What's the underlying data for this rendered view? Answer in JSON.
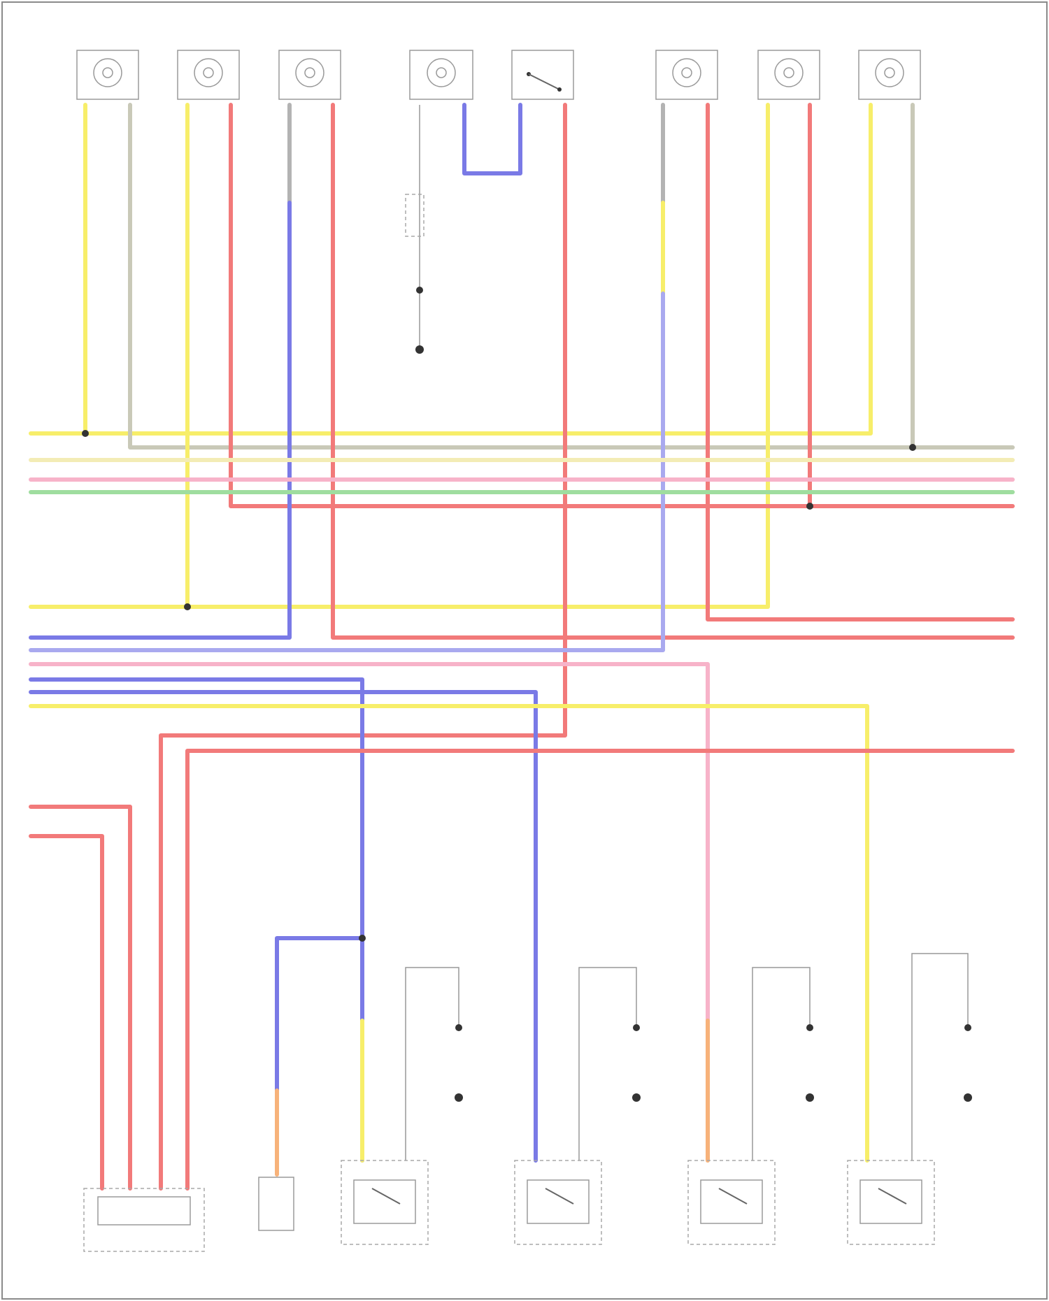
{
  "title": "",
  "wire_colors": {
    "red": "#f27a7a",
    "yellow": "#f7ee6a",
    "blue": "#7a7ae6",
    "gray": "#b3b3b3",
    "pink": "#f7b3c9",
    "green": "#9fdd9f",
    "light_yellow": "#f7ef9a",
    "orange": "#f7b27a"
  },
  "top_components": [
    {
      "id": "c1",
      "label": "",
      "pins": [
        "",
        ""
      ]
    },
    {
      "id": "c2",
      "label": "",
      "pins": [
        "",
        ""
      ]
    },
    {
      "id": "c3",
      "label": "",
      "pins": [
        "",
        ""
      ]
    },
    {
      "id": "c4",
      "label": "",
      "pins": [
        "",
        ""
      ]
    },
    {
      "id": "c5",
      "label": "",
      "pins": [
        "",
        ""
      ]
    },
    {
      "id": "c6",
      "label": "",
      "pins": [
        "",
        ""
      ]
    },
    {
      "id": "c7",
      "label": "",
      "pins": [
        "",
        ""
      ]
    },
    {
      "id": "c8",
      "label": "",
      "pins": [
        "",
        ""
      ]
    }
  ],
  "bottom_components": [
    {
      "id": "b1",
      "label": ""
    },
    {
      "id": "b2",
      "label": ""
    },
    {
      "id": "b3",
      "label": ""
    },
    {
      "id": "b4",
      "label": ""
    },
    {
      "id": "b5",
      "label": ""
    },
    {
      "id": "b6",
      "label": ""
    }
  ],
  "ground_labels": [
    "",
    "",
    "",
    "",
    ""
  ],
  "connector_note": "",
  "footer_code": ""
}
